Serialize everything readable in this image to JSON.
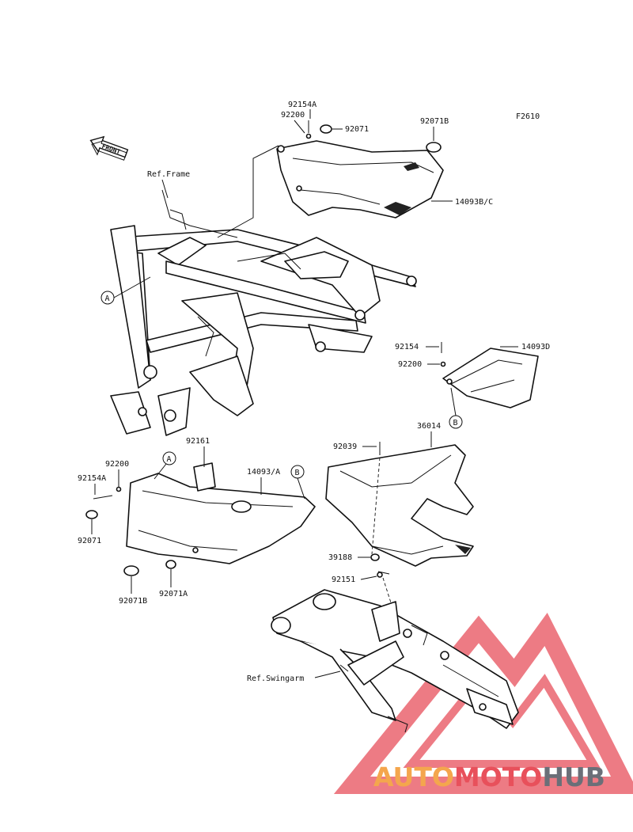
{
  "figure_code": "F2610",
  "front_label": "FRONT",
  "references": {
    "frame": "Ref.Frame",
    "swingarm": "Ref.Swingarm"
  },
  "callouts": {
    "a_top": "A",
    "b_top": "B",
    "a_bottom": "A",
    "b_bottom": "B"
  },
  "parts": {
    "p92154A_top": "92154A",
    "p92200_top": "92200",
    "p92071_top": "92071",
    "p92071B_top": "92071B",
    "p14093BC": "14093B/C",
    "p92154_right": "92154",
    "p92200_right": "92200",
    "p14093D": "14093D",
    "p92161": "92161",
    "p92200_left": "92200",
    "p92154A_left": "92154A",
    "p14093A": "14093/A",
    "p92071_left": "92071",
    "p92071B_left": "92071B",
    "p92071A": "92071A",
    "p92039": "92039",
    "p36014": "36014",
    "p39188": "39188",
    "p92151": "92151"
  },
  "watermark": {
    "part1": "AUTO",
    "part2": "MOTO",
    "part3": "HUB",
    "color_auto": "#f4a64d",
    "color_moto": "#e8505b",
    "color_hub": "#6b6f78"
  }
}
